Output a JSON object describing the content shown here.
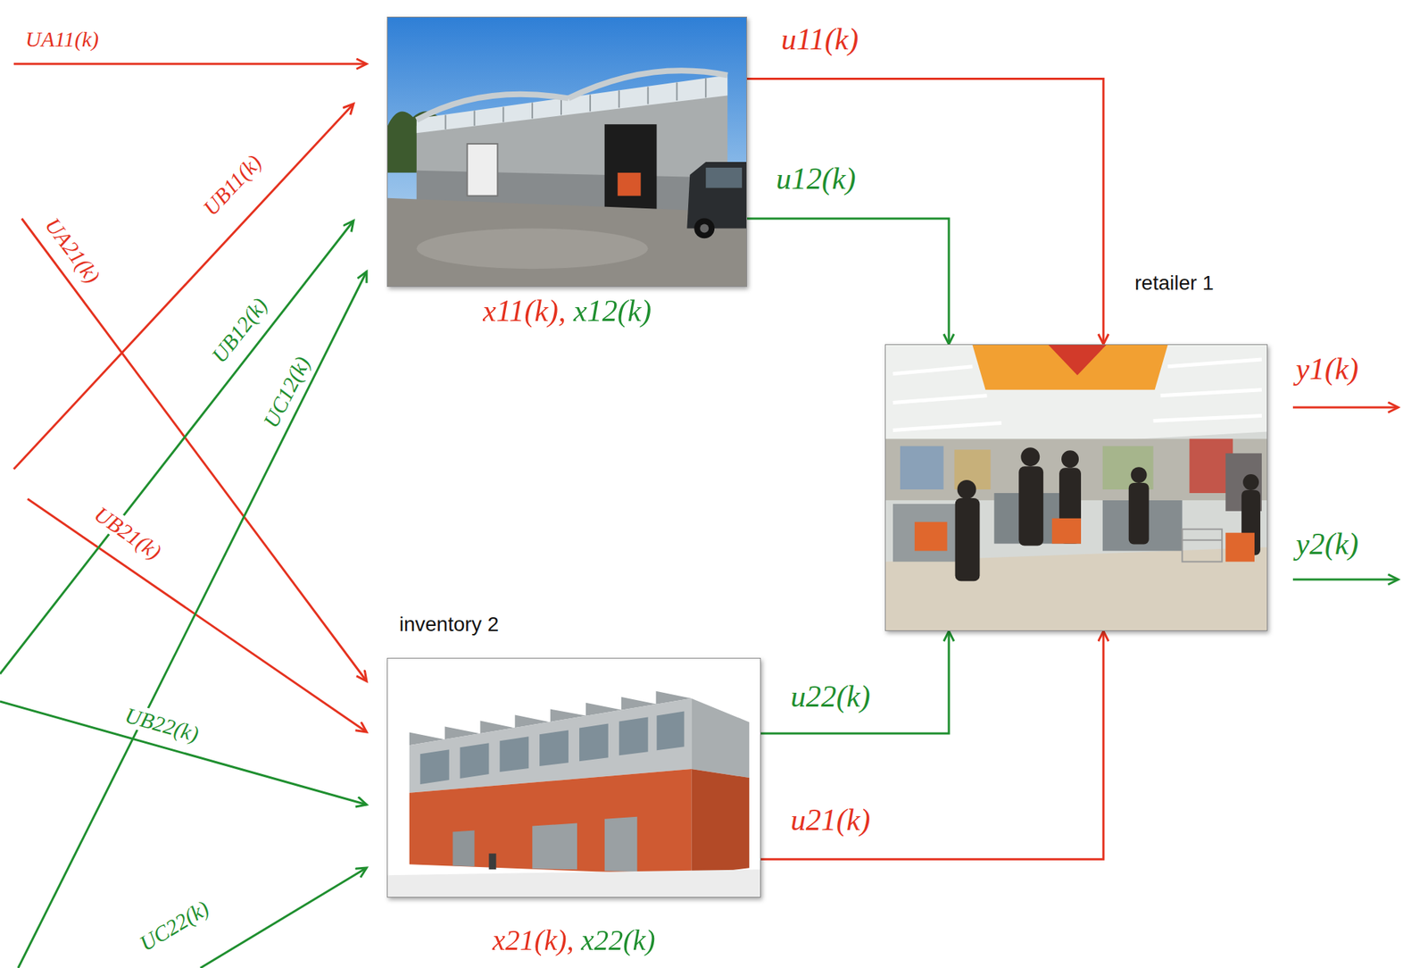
{
  "diagram": {
    "nodes": [
      {
        "text": [
          "x11(k), x12(k)"
        ]
      },
      {
        "text": [
          "retailer 1"
        ]
      },
      {
        "text": [
          "inventory 2",
          "x21(k), x22(k)"
        ]
      }
    ],
    "edges": [
      {
        "from": 0,
        "to": 1,
        "arrow": "to",
        "label": "u11(k)"
      },
      {
        "from": 0,
        "to": 1,
        "arrow": "to",
        "label": "u12(k)"
      },
      {
        "from": 2,
        "to": 1,
        "arrow": "to",
        "label": "u22(k)"
      },
      {
        "from": 2,
        "to": 1,
        "arrow": "to",
        "label": "u21(k)"
      }
    ],
    "labels": [
      "UA11(k)",
      "UB11(k)",
      "UA21(k)",
      "UB12(k)",
      "UC12(k)",
      "UB21(k)",
      "UB22(k)",
      "UC22(k)",
      "y1(k)",
      "y2(k)"
    ]
  }
}
